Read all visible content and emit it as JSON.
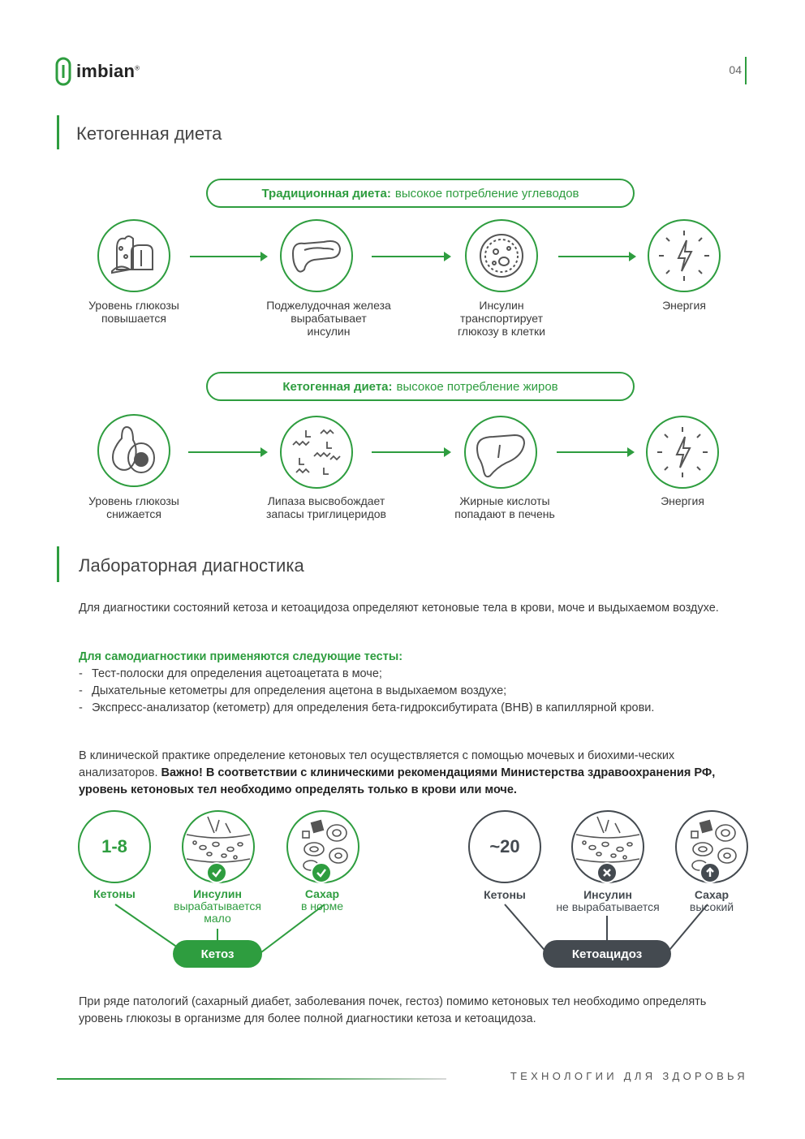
{
  "header": {
    "logo_text": "imbian",
    "logo_mark": "®",
    "page_number": "04"
  },
  "section1": {
    "title": "Кетогенная диета",
    "traditional": {
      "label_bold": "Традиционная диета:",
      "label_rest": "высокое потребление углеводов",
      "steps": [
        {
          "icon": "bread-icon",
          "caption": "Уровень глюкозы\nповышается"
        },
        {
          "icon": "pancreas-icon",
          "caption": "Поджелудочная железа\nвырабатывает\nинсулин"
        },
        {
          "icon": "cell-icon",
          "caption": "Инсулин\nтранспортирует\nглюкозу в клетки"
        },
        {
          "icon": "lightning-icon",
          "caption": "Энергия"
        }
      ]
    },
    "ketogenic": {
      "label_bold": "Кетогенная диета:",
      "label_rest": "высокое потребление жиров",
      "steps": [
        {
          "icon": "avocado-icon",
          "caption": "Уровень глюкозы\nснижается"
        },
        {
          "icon": "lipids-icon",
          "caption": "Липаза высвобождает\nзапасы триглицеридов"
        },
        {
          "icon": "liver-icon",
          "caption": "Жирные кислоты\nпопадают в печень"
        },
        {
          "icon": "lightning-icon",
          "caption": "Энергия"
        }
      ]
    }
  },
  "section2": {
    "title": "Лабораторная диагностика",
    "intro": "Для диагностики состояний кетоза и кетоацидоза определяют кетоновые тела в крови, моче  и выдыхаемом воздухе.",
    "self_title": "Для самодиагностики применяются следующие тесты:",
    "list": [
      "Тест-полоски для определения ацетоацетата в моче;",
      "Дыхательные кетометры для определения ацетона в выдыхаемом воздухе;",
      "Экспресс-анализатор (кетометр) для определения бета-гидроксибутирата (ВНВ) в капиллярной крови."
    ],
    "clinical_plain": "В клинической практике определение кетоновых тел осуществляется с помощью мочевых и биохими-ческих анализаторов.",
    "clinical_bold": "Важно! В соответствии с клиническими рекомендациями Министерства здравоохранения РФ, уровень кетоновых тел необходимо определять только в крови или моче.",
    "outro": "При ряде патологий (сахарный диабет, заболевания почек, гестоз) помимо кетоновых тел необходимо определять уровень глюкозы в организме для более полной диагностики кетоза и кетоацидоза."
  },
  "ketosis": {
    "ketones_value": "1-8",
    "ketones_label": "Кетоны",
    "insulin_title": "Инсулин",
    "insulin_sub": "вырабатывается\nмало",
    "sugar_title": "Сахар",
    "sugar_sub": "в норме",
    "result": "Кетоз"
  },
  "ketoacidosis": {
    "ketones_value": "~20",
    "ketones_label": "Кетоны",
    "insulin_title": "Инсулин",
    "insulin_sub": "не вырабатывается",
    "sugar_title": "Сахар",
    "sugar_sub": "высокий",
    "result": "Кетоацидоз"
  },
  "footer": {
    "text": "ТЕХНОЛОГИИ ДЛЯ ЗДОРОВЬЯ"
  },
  "colors": {
    "brand_green": "#2e9d3f",
    "dark_gray": "#444a50"
  }
}
